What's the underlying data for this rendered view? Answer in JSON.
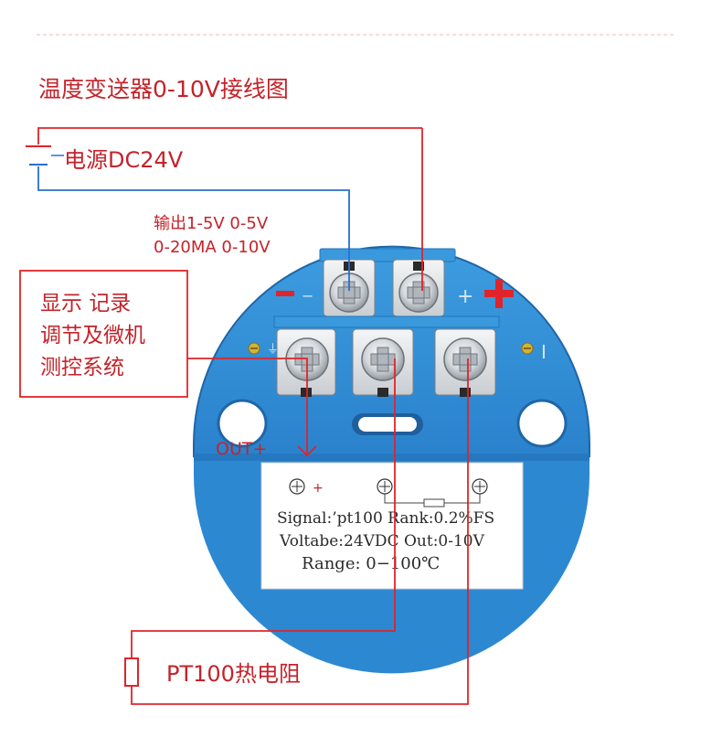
{
  "title": "温度变送器0-10V接线图",
  "power_label": "电源DC24V",
  "output_label_line1": "输出1-5V 0-5V",
  "output_label_line2": "0-20MA 0-10V",
  "display_box_line1": "显示 记录",
  "display_box_line2": "调节及微机",
  "display_box_line3": "测控系统",
  "out_plus_label": "OUT+",
  "minus_symbol": "−",
  "plus_symbol": "+",
  "sensor_label": "PT100热电阻",
  "plate": {
    "signal": "Signal:’pt100 Rank:0.2%FS",
    "voltage": "Voltabe:24VDC Out:0-10V",
    "range": "Range: 0−100℃",
    "plus_mark": "+"
  },
  "colors": {
    "red_wire": "#e0242a",
    "blue_wire": "#2a6fd0",
    "device_blue": "#2f8fd8",
    "label_red": "#c4232a"
  }
}
